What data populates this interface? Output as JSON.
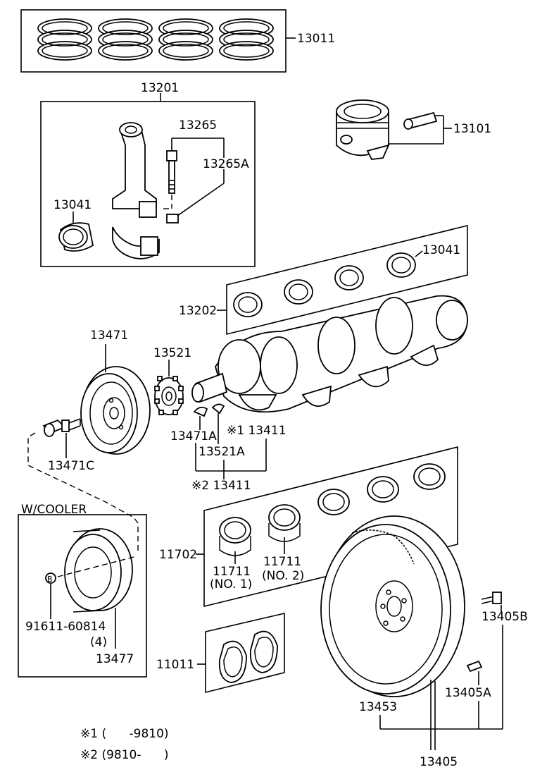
{
  "labels": {
    "p13011": "13011",
    "p13201": "13201",
    "p13265": "13265",
    "p13265a": "13265A",
    "p13041_rod": "13041",
    "p13101": "13101",
    "p13041_main": "13041",
    "p13202": "13202",
    "p13471": "13471",
    "p13521": "13521",
    "p13471c": "13471C",
    "p13471a": "13471A",
    "note1_ref": "※1 13411",
    "p13521a": "13521A",
    "note2_ref": "※2 13411",
    "w_cooler": "W/COOLER",
    "p11702": "11702",
    "p11711_no1": "11711",
    "no1": "(NO. 1)",
    "p11711_no2": "11711",
    "no2": "(NO. 2)",
    "p13405b": "13405B",
    "bolt_b_marker": "B",
    "p91611": "91611-60814",
    "qty4": "(4)",
    "p13477": "13477",
    "p11011": "11011",
    "p13405a": "13405A",
    "p13453": "13453",
    "p13405": "13405",
    "note1": "※1 (      -9810)",
    "note2": "※2 (9810-      )"
  }
}
